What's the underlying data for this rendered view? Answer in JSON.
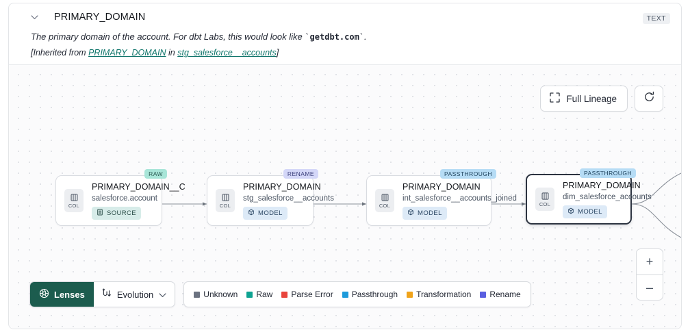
{
  "header": {
    "column_name": "PRIMARY_DOMAIN",
    "type_badge": "TEXT",
    "chevron_icon": "chevron-down-icon",
    "description_prefix": "The primary domain of the account. For dbt Labs, this would look like ",
    "description_code": "getdbt.com",
    "description_suffix": ".",
    "backtick": "`",
    "inherited_open": "[Inherited from ",
    "inherited_link_column": "PRIMARY_DOMAIN",
    "inherited_middle": " in ",
    "inherited_link_model": "stg_salesforce__accounts",
    "inherited_close": "]",
    "link_color": "#10756b"
  },
  "toolbar": {
    "full_lineage_label": "Full Lineage",
    "full_lineage_icon": "expand-icon",
    "refresh_icon": "refresh-icon"
  },
  "zoom_controls": {
    "zoom_in_label": "+",
    "zoom_out_label": "–"
  },
  "graph": {
    "nodes": [
      {
        "id": "node-1",
        "column": "PRIMARY_DOMAIN__C",
        "source": "salesforce.account",
        "kind": "SOURCE",
        "kind_icon": "source-icon",
        "badge": "RAW",
        "badge_color": "#a8e5d8",
        "chip_label": "COL",
        "chip_icon": "column-icon",
        "selected": false
      },
      {
        "id": "node-2",
        "column": "PRIMARY_DOMAIN",
        "source": "stg_salesforce__accounts",
        "kind": "MODEL",
        "kind_icon": "model-cube-icon",
        "badge": "RENAME",
        "badge_color": "#d4d7f8",
        "chip_label": "COL",
        "chip_icon": "column-icon",
        "selected": false
      },
      {
        "id": "node-3",
        "column": "PRIMARY_DOMAIN",
        "source": "int_salesforce__accounts_joined",
        "kind": "MODEL",
        "kind_icon": "model-cube-icon",
        "badge": "PASSTHROUGH",
        "badge_color": "#b6dcf5",
        "chip_label": "COL",
        "chip_icon": "column-icon",
        "selected": false
      },
      {
        "id": "node-4",
        "column": "PRIMARY_DOMAIN",
        "source": "dim_salesforce_accounts",
        "kind": "MODEL",
        "kind_icon": "model-cube-icon",
        "badge": "PASSTHROUGH",
        "badge_color": "#b6dcf5",
        "chip_label": "COL",
        "chip_icon": "column-icon",
        "selected": true
      }
    ]
  },
  "bottom_bar": {
    "lenses_label": "Lenses",
    "lenses_icon": "aperture-icon",
    "evolution_label": "Evolution",
    "evolution_icon": "evolution-flow-icon",
    "evolution_chevron": "chevron-down-icon"
  },
  "legend": {
    "items": [
      {
        "label": "Unknown",
        "color": "#6b7280"
      },
      {
        "label": "Raw",
        "color": "#0fa392"
      },
      {
        "label": "Parse Error",
        "color": "#e8453c"
      },
      {
        "label": "Passthrough",
        "color": "#1d9bdb"
      },
      {
        "label": "Transformation",
        "color": "#f0a31a"
      },
      {
        "label": "Rename",
        "color": "#5a5fe0"
      }
    ]
  }
}
